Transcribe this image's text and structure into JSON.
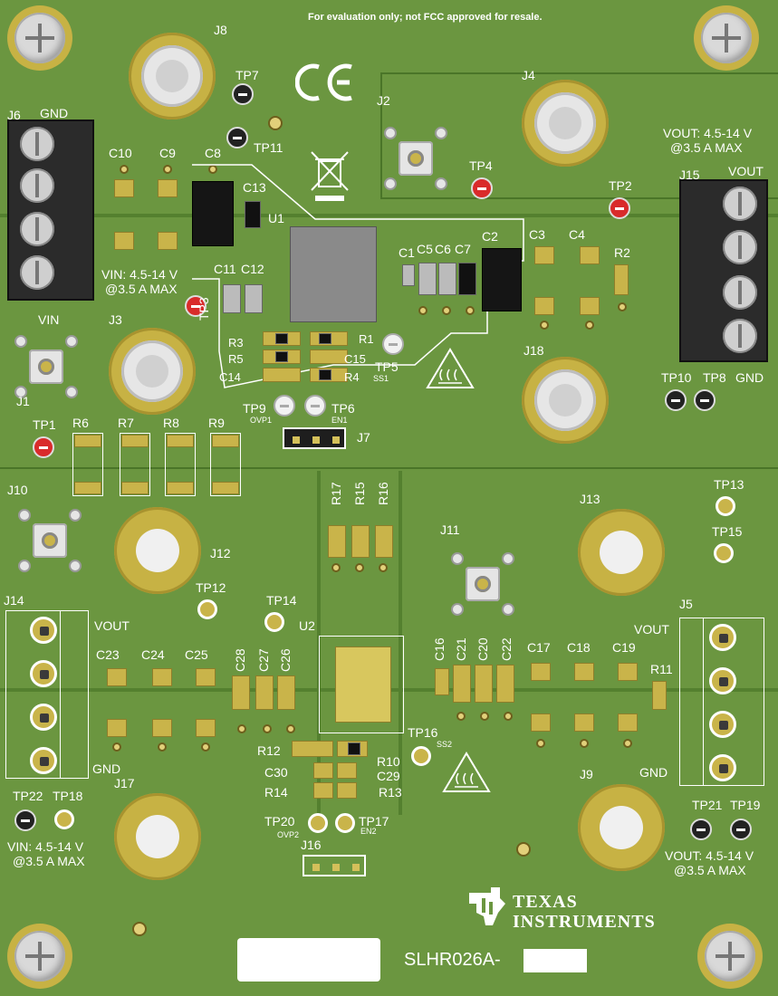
{
  "board": {
    "fcc_note": "For evaluation only; not FCC approved for resale.",
    "part_number": "SLHR026A-",
    "brand_line1": "TEXAS",
    "brand_line2": "INSTRUMENTS",
    "colors": {
      "pcb": "#6b9640",
      "silk": "#ffffff",
      "pad": "#c9b44a",
      "tp_red": "#d92b2b",
      "tp_black": "#222222"
    }
  },
  "section_top": {
    "refs": {
      "J8": "J8",
      "J6": "J6",
      "J2": "J2",
      "J4": "J4",
      "J15": "J15",
      "J3": "J3",
      "J1": "J1",
      "J18": "J18",
      "J7": "J7",
      "TP7": "TP7",
      "TP11": "TP11",
      "TP4": "TP4",
      "TP2": "TP2",
      "TP3": "TP3",
      "TP5": "TP5",
      "TP9": "TP9",
      "TP6": "TP6",
      "TP1": "TP1",
      "TP10": "TP10",
      "TP8": "TP8",
      "C10": "C10",
      "C9": "C9",
      "C8": "C8",
      "C13": "C13",
      "U1": "U1",
      "C11": "C11",
      "C12": "C12",
      "C1": "C1",
      "C5": "C5",
      "C6": "C6",
      "C7": "C7",
      "C2": "C2",
      "C3": "C3",
      "C4": "C4",
      "R2": "R2",
      "R3": "R3",
      "R5": "R5",
      "R1": "R1",
      "C15": "C15",
      "C14": "C14",
      "R4": "R4",
      "R6": "R6",
      "R7": "R7",
      "R8": "R8",
      "R9": "R9"
    },
    "gnd_left": "GND",
    "vin_label": "VIN",
    "vin_spec1": "VIN: 4.5-14 V",
    "vin_spec2": "@3.5 A MAX",
    "vout_spec1": "VOUT: 4.5-14 V",
    "vout_spec2": "@3.5 A MAX",
    "vout_label": "VOUT",
    "gnd_right": "GND",
    "ss1": "SS1",
    "ovp1": "OVP1",
    "en1": "EN1"
  },
  "section_bottom": {
    "refs": {
      "J10": "J10",
      "J12": "J12",
      "J14": "J14",
      "J11": "J11",
      "J13": "J13",
      "J5": "J5",
      "J17": "J17",
      "J9": "J9",
      "J16": "J16",
      "TP12": "TP12",
      "TP14": "TP14",
      "TP13": "TP13",
      "TP15": "TP15",
      "TP16": "TP16",
      "TP20": "TP20",
      "TP17": "TP17",
      "TP22": "TP22",
      "TP18": "TP18",
      "TP21": "TP21",
      "TP19": "TP19",
      "R17": "R17",
      "R15": "R15",
      "R16": "R16",
      "U2": "U2",
      "C23": "C23",
      "C24": "C24",
      "C25": "C25",
      "C28": "C28",
      "C27": "C27",
      "C26": "C26",
      "C16": "C16",
      "C21": "C21",
      "C20": "C20",
      "C22": "C22",
      "C17": "C17",
      "C18": "C18",
      "C19": "C19",
      "R11": "R11",
      "R12": "R12",
      "R10": "R10",
      "C30": "C30",
      "C29": "C29",
      "R14": "R14",
      "R13": "R13"
    },
    "vout_left": "VOUT",
    "gnd_left": "GND",
    "vin_spec1": "VIN: 4.5-14 V",
    "vin_spec2": "@3.5 A MAX",
    "vout_right": "VOUT",
    "gnd_right": "GND",
    "vout_spec1": "VOUT: 4.5-14 V",
    "vout_spec2": "@3.5 A MAX",
    "ss2": "SS2",
    "ovp2": "OVP2",
    "en2": "EN2"
  },
  "icons": [
    "ce-mark-icon",
    "weee-bin-icon",
    "hot-surface-warning-icon",
    "ti-logo-icon",
    "mounting-screw-icon"
  ]
}
